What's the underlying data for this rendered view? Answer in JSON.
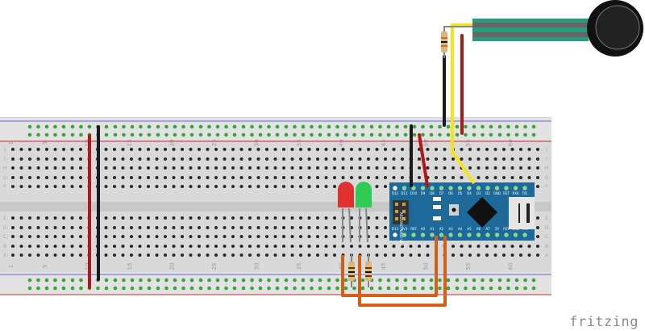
{
  "app": {
    "brand_label": "fritzing"
  },
  "breadboard": {
    "column_labels": [
      "1",
      "5",
      "10",
      "15",
      "20",
      "25",
      "30",
      "35",
      "40",
      "45",
      "50",
      "55",
      "60"
    ],
    "row_labels_top": [
      "J",
      "I",
      "H",
      "G",
      "F"
    ],
    "row_labels_bottom": [
      "E",
      "D",
      "C",
      "B",
      "A"
    ],
    "colors": {
      "body": "#d9d9d9",
      "rail_blue": "#6b6bdc",
      "rail_red": "#c83030",
      "hole": "#2a2a2a",
      "hole_active": "#4cbb4c"
    }
  },
  "arduino": {
    "name": "Arduino Nano",
    "board_text": "ARDUINO NANO V3.0",
    "chip_label": "ICSP",
    "usb_label": "USB",
    "top_pins": [
      "D12",
      "D11",
      "D10",
      "D9",
      "D8",
      "D7",
      "D6",
      "D5",
      "D4",
      "D3",
      "D2",
      "GND",
      "RST",
      "RX0",
      "TX1"
    ],
    "bottom_pins": [
      "D13",
      "3V3",
      "REF",
      "A0",
      "A1",
      "A2",
      "A3",
      "A4",
      "A5",
      "A6",
      "A7",
      "5V",
      "RST",
      "GND",
      "VIN"
    ],
    "color": "#1d6a9a"
  },
  "components": {
    "led_red": {
      "label": "Red LED",
      "color": "#e03030"
    },
    "led_green": {
      "label": "Green LED",
      "color": "#2ecc55"
    },
    "resistors": [
      "LED resistor 1",
      "LED resistor 2",
      "FSR pull-down resistor"
    ],
    "sensor": {
      "label": "Force Sensitive Resistor",
      "tail_color": "#2a9a7e"
    }
  },
  "wires": [
    {
      "name": "power-red-left",
      "color": "#b01818"
    },
    {
      "name": "ground-black-left",
      "color": "#1a1a1a"
    },
    {
      "name": "ground-black-arduino",
      "color": "#1a1a1a"
    },
    {
      "name": "power-red-arduino",
      "color": "#b01818"
    },
    {
      "name": "signal-yellow-sensor",
      "color": "#f2e61a"
    },
    {
      "name": "sensor-red",
      "color": "#b01818"
    },
    {
      "name": "sensor-black",
      "color": "#1a1a1a"
    },
    {
      "name": "led-orange-1",
      "color": "#d2601a"
    },
    {
      "name": "led-orange-2",
      "color": "#d2601a"
    }
  ]
}
